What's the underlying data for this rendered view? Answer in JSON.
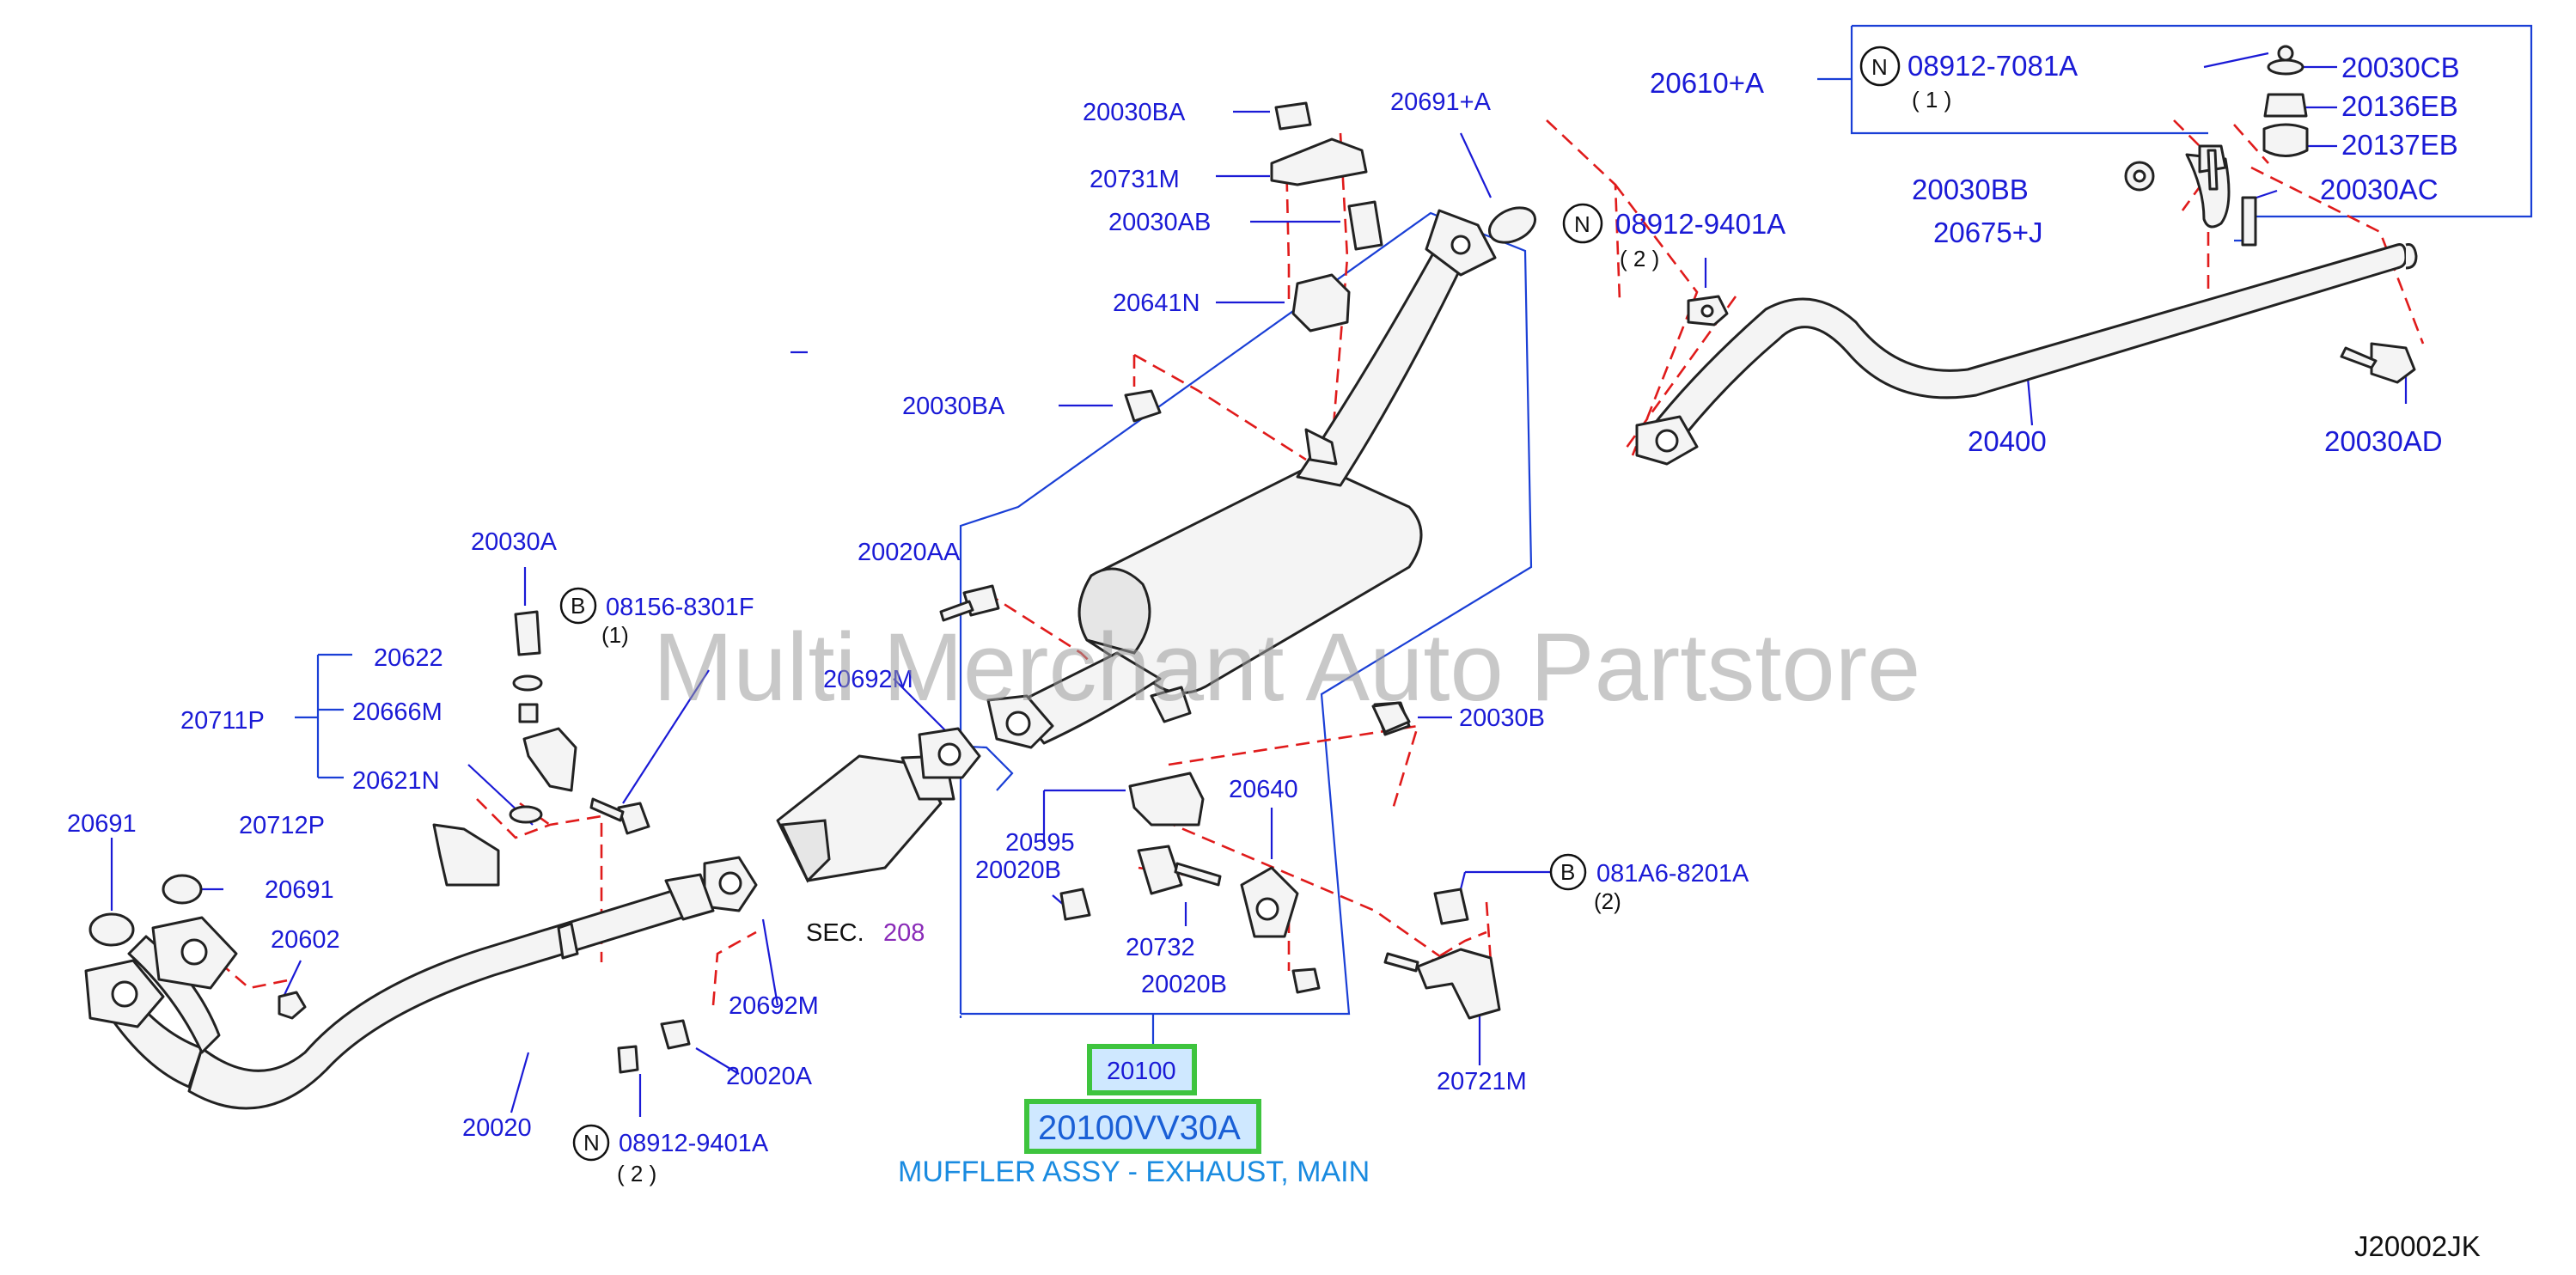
{
  "labels": {
    "l_20030ba_top": "20030BA",
    "l_20691a": "20691+A",
    "l_20731m": "20731M",
    "l_20030ab": "20030AB",
    "l_20641n": "20641N",
    "l_20030ba": "20030BA",
    "l_20610a": "20610+A",
    "l_08912_7081a": "08912-7081A",
    "l_qty1": "( 1 )",
    "l_20030cb": "20030CB",
    "l_20136eb": "20136EB",
    "l_20137eb": "20137EB",
    "l_20030bb": "20030BB",
    "l_20030ac": "20030AC",
    "l_20675j": "20675+J",
    "l_08912_9401a_top": "08912-9401A",
    "l_qty2_top": "( 2 )",
    "l_20400": "20400",
    "l_20030ad": "20030AD",
    "l_20030a": "20030A",
    "l_08156_8301f": "08156-8301F",
    "l_qty1b": "(1)",
    "l_20622": "20622",
    "l_20711p": "20711P",
    "l_20666m": "20666M",
    "l_20621n": "20621N",
    "l_20712p": "20712P",
    "l_20691_left": "20691",
    "l_20691_mid": "20691",
    "l_20602": "20602",
    "l_20020aa": "20020AA",
    "l_20692m_top": "20692M",
    "l_20030b": "20030B",
    "l_20640": "20640",
    "l_20595": "20595",
    "l_20020b_top": "20020B",
    "l_081a6_8201a": "081A6-8201A",
    "l_qty2b": "(2)",
    "l_sec": "SEC.",
    "l_208": "208",
    "l_20692m_bot": "20692M",
    "l_20020a": "20020A",
    "l_20732": "20732",
    "l_20020b_bot": "20020B",
    "l_20721m": "20721M",
    "l_20020": "20020",
    "l_08912_9401a_bot": "08912-9401A",
    "l_qty2_bot": "( 2 )",
    "l_20100": "20100",
    "l_20100vv30a": "20100VV30A",
    "l_desc": "MUFFLER ASSY - EXHAUST, MAIN",
    "l_code": "J20002JK",
    "l_watermark": "Multi Merchant Auto Partstore"
  },
  "markers": {
    "n": "N",
    "b": "B"
  },
  "colors": {
    "part_label": "#1a1ad6",
    "leader": "#1a1ad6",
    "dashed": "#e01b1b",
    "highlight_box": "#3ec43e",
    "highlight_fill": "#cfe8ff",
    "description": "#1a8be0",
    "section_ref": "#8a2bb8"
  }
}
